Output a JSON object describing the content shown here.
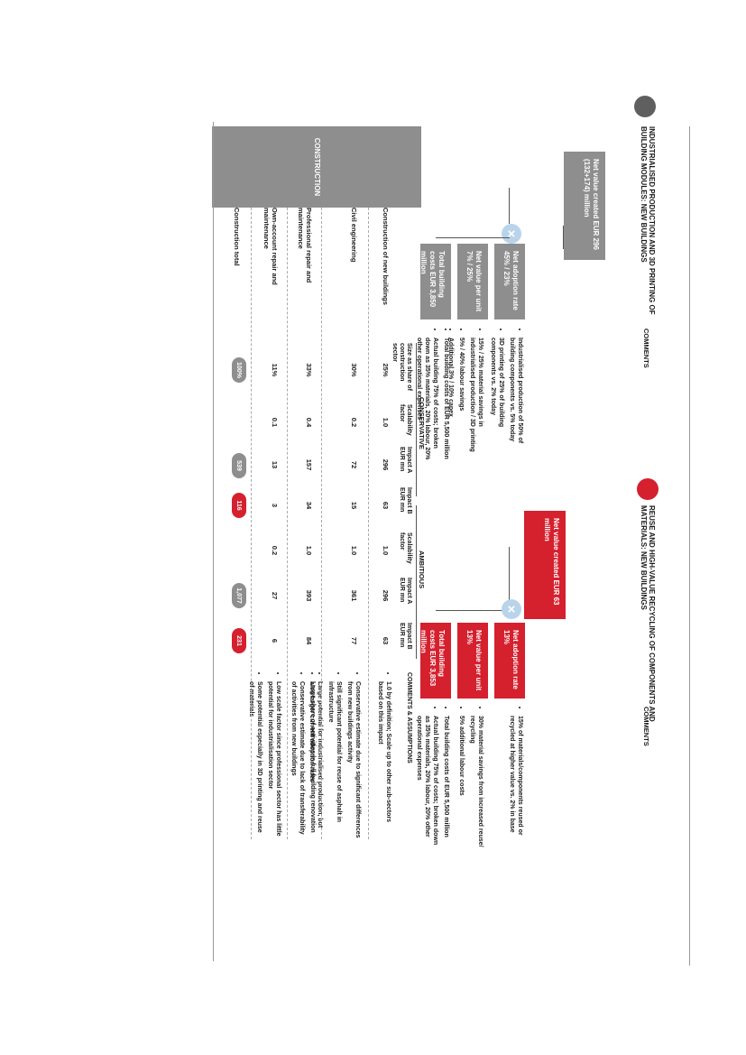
{
  "left_section": {
    "title_line1": "INDUSTRIALISED PRODUCTION AND 3D PRINTING OF",
    "title_line2": "BUILDING MODULES: NEW BUILDINGS",
    "comments_header": "COMMENTS",
    "value_box": "Net value created EUR 296 (132+174) million",
    "adoption_box": "Net adoption rate 45% / 23%",
    "value_unit_box": "Net value per unit 7% / 25%",
    "cost_box": "Total building costs EUR 3,850 million",
    "operator": "×",
    "adoption_comments": [
      "Industrialised production of 50% of building components vs. 5% today",
      "3D printing of 25% of building components vs. 2% today"
    ],
    "value_comments": [
      "15% / 25% material savings in industrialised production / 3D printing",
      "5% / 40% labour savings",
      "Additional 3% / 10% capex"
    ],
    "cost_comments": [
      "Total building costs of EUR 5,500 million",
      "Actual building 75% of costs; broken down as 35% materials, 20% labour, 20% other operational expenses"
    ]
  },
  "right_section": {
    "title_line1": "REUSE AND HIGH-VALUE RECYCLING OF COMPONENTS AND",
    "title_line2": "MATERIALS: NEW BUILDINGS",
    "comments_header": "COMMENTS",
    "value_box": "Net value created EUR 63 million",
    "adoption_box": "Net adoption rate 13%",
    "value_unit_box": "Net value per unit 13%",
    "cost_box": "Total building costs EUR 3,853 million",
    "operator": "×",
    "adoption_comments": [
      "15% of materials/components reused or recycled at higher value vs. 2% in base"
    ],
    "value_comments": [
      "30% material savings from increased reuse/ recycling",
      "5% additional labour costs"
    ],
    "cost_comments": [
      "Total building costs of EUR 5,500 million",
      "Actual building 75% of costs; broken down as 35% materials, 20% labour, 20% other operational expenses"
    ]
  },
  "table": {
    "sector_label": "CONSTRUCTION",
    "group_conservative": "CONSERVATIVE",
    "group_ambitious": "AMBITIOUS",
    "col_size": "Size as share of construction sector",
    "col_scal": "Scalability factor",
    "col_impA": "Impact A EUR mn",
    "col_impB": "Impact B EUR mn",
    "col_comments": "COMMENTS & ASSUMPTIONS",
    "rows": [
      {
        "label": "Construction of new buildings",
        "size": "25%",
        "c_scal": "1.0",
        "c_a": "296",
        "c_b": "63",
        "a_scal": "1.0",
        "a_a": "296",
        "a_b": "63",
        "comments": [
          "1.0 by definition; Scale up to other sub-sectors based on this impact"
        ]
      },
      {
        "label": "Civil engineering",
        "size": "30%",
        "c_scal": "0.2",
        "c_a": "72",
        "c_b": "15",
        "a_scal": "1.0",
        "a_a": "361",
        "a_b": "77",
        "comments": [
          "Conservative estimate due to significant differences from new buildings activity",
          "Still significant potential for reuse of asphalt in infrastructure",
          "Large potential for industrialised production, but also larger current adoption rates"
        ]
      },
      {
        "label": "Professional repair and maintenance",
        "size": "33%",
        "c_scal": "0.4",
        "c_a": "157",
        "c_b": "34",
        "a_scal": "1.0",
        "a_a": "393",
        "a_b": "84",
        "comments": [
          "Large share of activities in full building renovation",
          "Conservative estimate due to lack of transferability of activities from new buildings"
        ]
      },
      {
        "label": "Own-account repair and maintenance",
        "size": "11%",
        "c_scal": "0.1",
        "c_a": "13",
        "c_b": "3",
        "a_scal": "0.2",
        "a_a": "27",
        "a_b": "6",
        "comments": [
          "Low scale factor since professional sector has little potential for industrialisation sector",
          "Some potential especially in 3D printing and reuse of materials"
        ]
      }
    ],
    "total": {
      "label": "Construction total",
      "size": "100%",
      "c_a": "539",
      "c_b": "116",
      "a_a": "1,077",
      "a_b": "231"
    }
  },
  "colors": {
    "grey": "#8e8e8e",
    "red": "#d5202e",
    "operator": "#b9d4ea",
    "dark_grey": "#5f5f5f"
  }
}
